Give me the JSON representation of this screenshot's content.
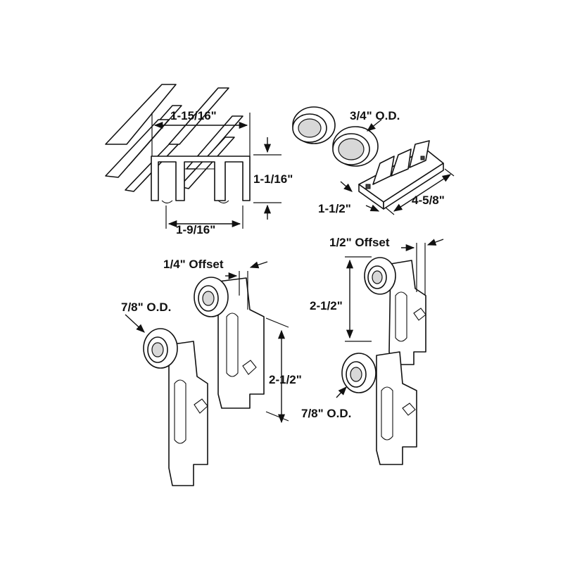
{
  "track": {
    "width_top": "1-15/16\"",
    "height": "1-1/16\"",
    "width_bottom": "1-9/16\""
  },
  "guide": {
    "bushing_od": "3/4\" O.D.",
    "width": "1-1/2\"",
    "length": "4-5/8\""
  },
  "roller_quarter": {
    "offset": "1/4\" Offset",
    "wheel_od": "7/8\" O.D.",
    "height": "2-1/2\""
  },
  "roller_half": {
    "offset": "1/2\" Offset",
    "height": "2-1/2\"",
    "wheel_od": "7/8\" O.D."
  }
}
